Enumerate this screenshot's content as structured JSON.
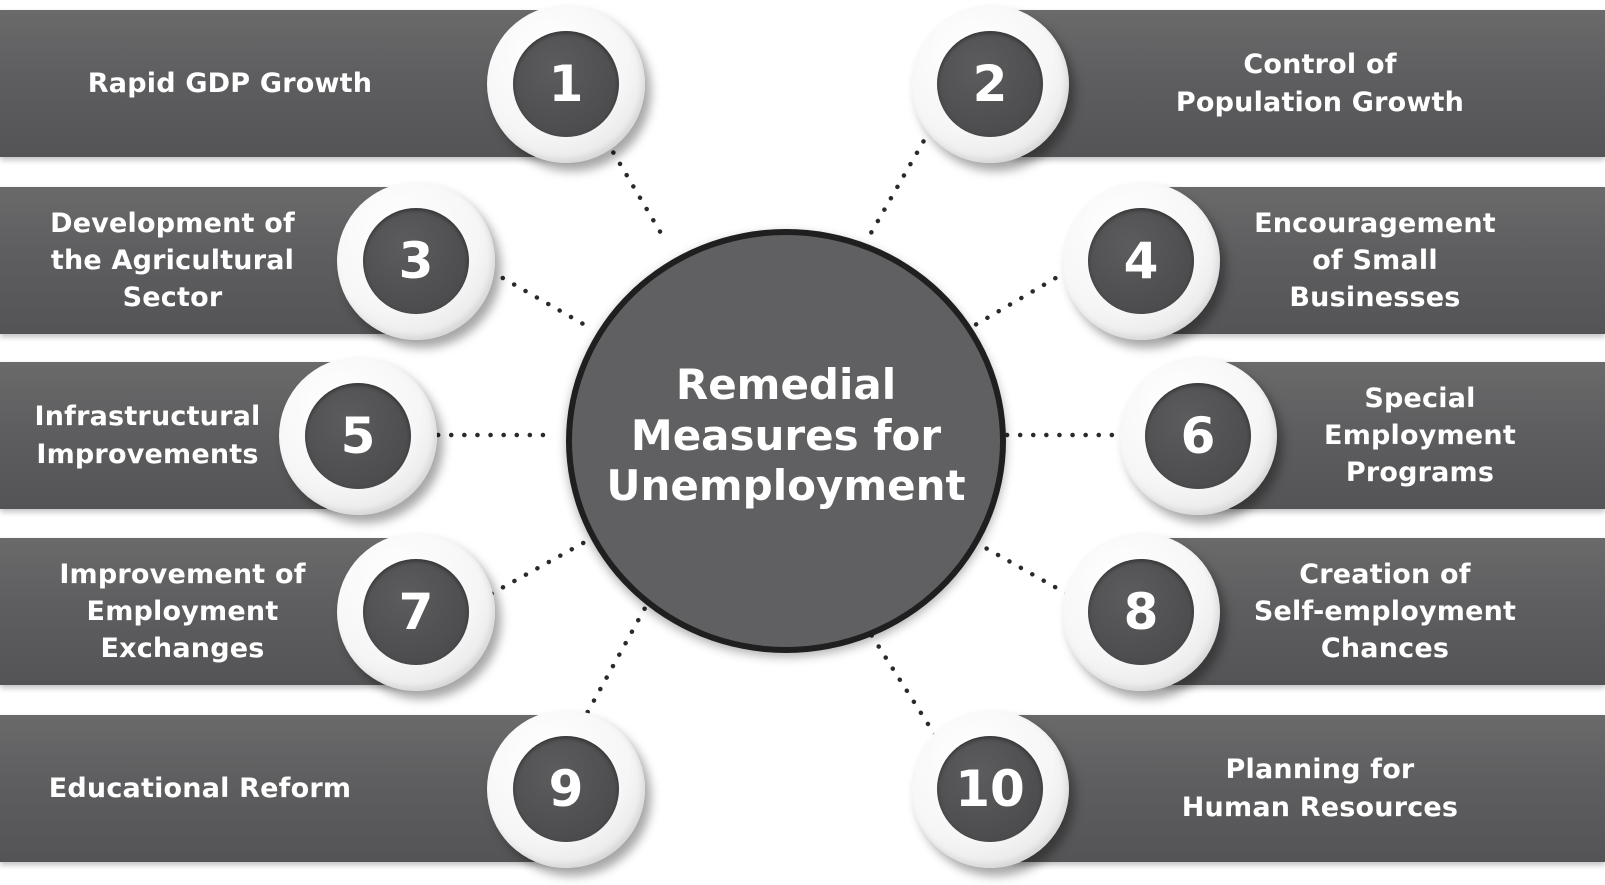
{
  "title": "Remedial\nMeasures for\nUnemployment",
  "colors": {
    "band": "#5e5e60",
    "badge_rim": "#f4f4f4",
    "badge_core": "#4a4a4c",
    "center": "#606062",
    "text": "#ffffff",
    "dots": "#2a2a2a"
  },
  "items": [
    {
      "number": "1",
      "label": "Rapid GDP Growth"
    },
    {
      "number": "2",
      "label": "Control of\nPopulation Growth"
    },
    {
      "number": "3",
      "label": "Development of\nthe  Agricultural\nSector"
    },
    {
      "number": "4",
      "label": "Encouragement\nof Small\nBusinesses"
    },
    {
      "number": "5",
      "label": "Infrastructural\nImprovements"
    },
    {
      "number": "6",
      "label": "Special\nEmployment\nPrograms"
    },
    {
      "number": "7",
      "label": "Improvement of\nEmployment\nExchanges"
    },
    {
      "number": "8",
      "label": "Creation of\nSelf-employment\nChances"
    },
    {
      "number": "9",
      "label": "Educational Reform"
    },
    {
      "number": "10",
      "label": "Planning for\nHuman Resources"
    }
  ]
}
